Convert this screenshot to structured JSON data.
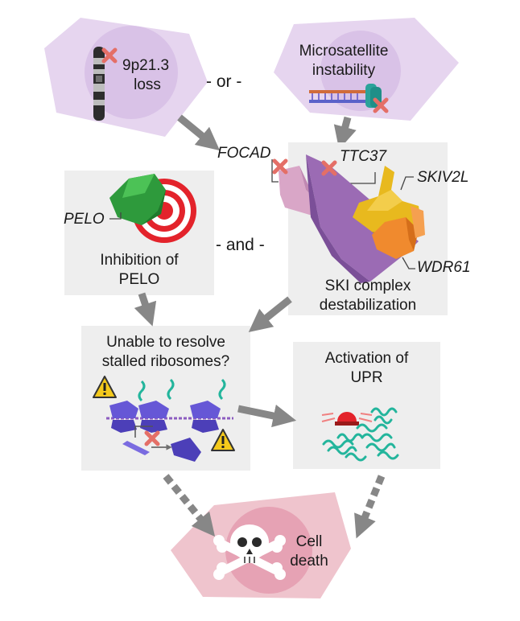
{
  "top": {
    "left_label": "9p21.3\nloss",
    "or_label": "- or -",
    "right_label": "Microsatellite\ninstability"
  },
  "genes": {
    "focad": "FOCAD",
    "ttc37": "TTC37",
    "skiv2l": "SKIV2L",
    "pelo": "PELO",
    "wdr61": "WDR61"
  },
  "middle": {
    "pelo_box": "Inhibition of\nPELO",
    "and_label": "- and -",
    "ski_box": "SKI complex\ndestabilization"
  },
  "lower": {
    "stalled_box": "Unable to resolve\nstalled ribosomes?",
    "upr_box": "Activation of\nUPR"
  },
  "bottom": {
    "death_label": "Cell\ndeath"
  },
  "colors": {
    "panel_gray": "#eeeeee",
    "lavender": "#e6d5ef",
    "pink_pentagon": "#efc4cd",
    "arrow_gray": "#878787",
    "x_mark": "#e46f67",
    "purple_protein": "#9b6bb4",
    "yellow_protein": "#e8b91e",
    "orange_protein": "#f08a2e",
    "green_protein": "#2e9a3c",
    "target_red": "#e3232b",
    "ribosome_blue": "#6657d6",
    "teal": "#23b59c"
  },
  "icons": [
    "chromosome-icon",
    "dna-icon",
    "x-mark-icon",
    "target-icon",
    "warning-icon",
    "siren-icon",
    "skull-crossbones-icon"
  ]
}
